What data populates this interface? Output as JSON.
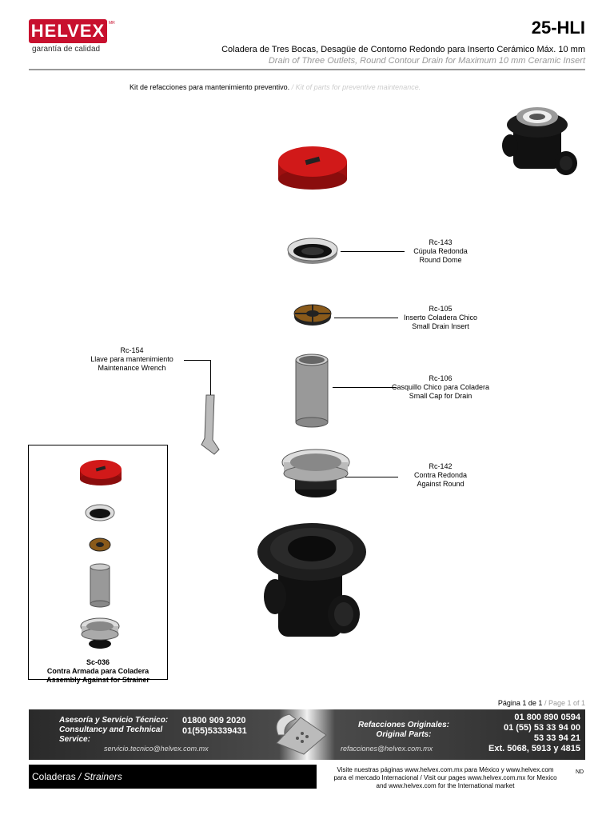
{
  "header": {
    "brand": "HELVEX",
    "brand_mark": "MR",
    "tagline": "garantía de calidad",
    "model": "25-HLI",
    "title_es": "Coladera de Tres Bocas, Desagüe de Contorno Redondo para Inserto Cerámico Máx. 10 mm",
    "title_en": "Drain of Three Outlets, Round Contour Drain for Maximum 10 mm Ceramic Insert"
  },
  "kit": {
    "es": "Kit de refacciones para mantenimiento preventivo.",
    "en": "/ Kit of parts for preventive maintenance."
  },
  "parts": [
    {
      "code": "Rc-143",
      "es": "Cúpula Redonda",
      "en": "Round Dome"
    },
    {
      "code": "Rc-105",
      "es": "Inserto Coladera Chico",
      "en": "Small Drain Insert"
    },
    {
      "code": "Rc-106",
      "es": "Casquillo Chico para Coladera",
      "en": "Small Cap for Drain"
    },
    {
      "code": "Rc-142",
      "es": "Contra Redonda",
      "en": "Against Round"
    },
    {
      "code": "Rc-154",
      "es": "Llave para mantenimiento",
      "en": "Maintenance Wrench"
    }
  ],
  "assembly": {
    "code": "Sc-036",
    "es": "Contra Armada para Coladera",
    "en": "Assembly Against for Strainer"
  },
  "footer": {
    "page_es": "Página 1 de 1",
    "page_en": "/ Page 1 of 1",
    "service_es": "Asesoría y Servicio Técnico:",
    "service_en1": "Consultancy and Technical",
    "service_en2": "Service:",
    "service_phone1": "01800 909 2020",
    "service_phone2": "01(55)53339431",
    "service_email": "servicio.tecnico@helvex.com.mx",
    "parts_es": "Refacciones Originales:",
    "parts_en": "Original  Parts:",
    "parts_email": "refacciones@helvex.com.mx",
    "parts_phone1": "01 800 890 0594",
    "parts_phone2": "01 (55) 53 33 94 00",
    "parts_phone3": "53 33 94 21",
    "parts_phone4": "Ext. 5068, 5913 y 4815",
    "category_es": "Coladeras",
    "category_en": "/ Strainers",
    "visit_1": "Visite nuestras páginas www.helvex.com.mx  para México y www.helvex.com",
    "visit_2": "para el mercado Internacional  / Visit our pages www.helvex.com.mx for Mexico",
    "visit_3": "and www.helvex.com for the International market",
    "nd": "ND"
  }
}
